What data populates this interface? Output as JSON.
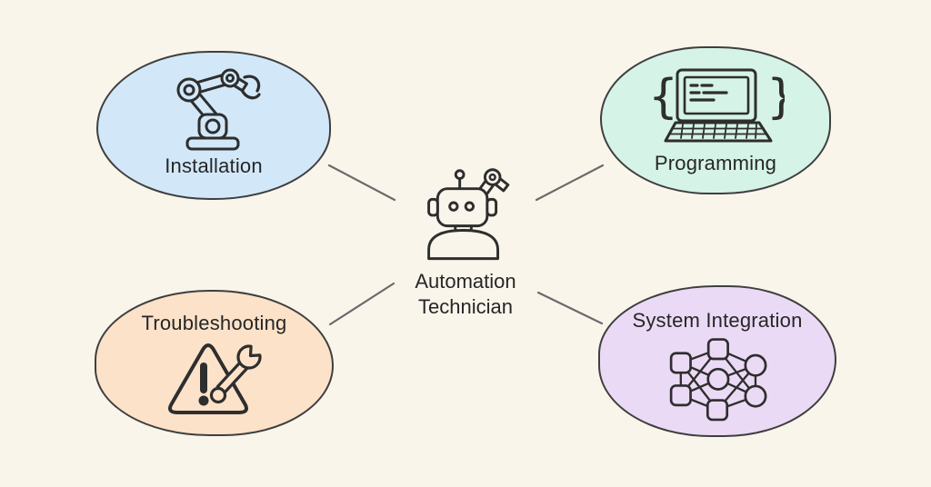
{
  "title": "Automation Technician mind map",
  "palette": {
    "background": "#faf5eb",
    "connector": "#6b6b6b",
    "bubble_outline": "#3f3f3f",
    "icon_stroke": "#2e2e2e",
    "text": "#262626"
  },
  "center": {
    "label_line1": "Automation",
    "label_line2": "Technician",
    "icon": "robot-technician-icon"
  },
  "nodes": [
    {
      "id": "installation",
      "label": "Installation",
      "fill": "#d2e8f9",
      "icon": "robot-arm-icon",
      "position": "top-left"
    },
    {
      "id": "programming",
      "label": "Programming",
      "fill": "#d5f3e6",
      "icon": "laptop-code-icon",
      "position": "top-right",
      "brace_left": "{",
      "brace_right": "}"
    },
    {
      "id": "troubleshooting",
      "label": "Troubleshooting",
      "fill": "#fce2c9",
      "icon": "warning-wrench-icon",
      "position": "bottom-left"
    },
    {
      "id": "system-integration",
      "label": "System Integration",
      "fill": "#ebdaf5",
      "icon": "network-nodes-icon",
      "position": "bottom-right"
    }
  ]
}
